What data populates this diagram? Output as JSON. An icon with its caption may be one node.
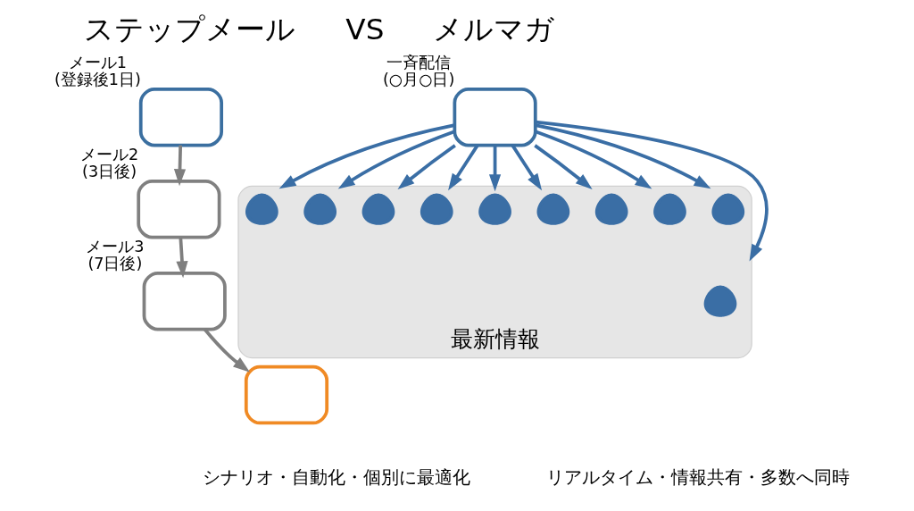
{
  "diagram": {
    "nodes": [
      {
        "text": [],
        "shape": "box",
        "beside": [
          "メール1",
          "(登録後1日)"
        ]
      },
      {
        "text": [],
        "shape": "box",
        "beside": [
          "メール2",
          "(3日後)"
        ]
      },
      {
        "text": [],
        "shape": "box",
        "beside": [
          "メール3",
          "(7日後)"
        ]
      },
      {
        "text": [],
        "shape": "box"
      },
      {
        "text": [],
        "shape": "box",
        "beside": [
          "一斉配信",
          "(○月○日)"
        ]
      },
      {
        "text": [
          "最新情報"
        ]
      },
      {
        "text": [],
        "shape": "person",
        "in": 5
      },
      {
        "text": [],
        "shape": "person",
        "in": 5
      },
      {
        "text": [],
        "shape": "person",
        "in": 5
      },
      {
        "text": [],
        "shape": "person",
        "in": 5
      },
      {
        "text": [],
        "shape": "person",
        "in": 5
      },
      {
        "text": [],
        "shape": "person",
        "in": 5
      },
      {
        "text": [],
        "shape": "person",
        "in": 5
      },
      {
        "text": [],
        "shape": "person",
        "in": 5
      },
      {
        "text": [],
        "shape": "person",
        "in": 5
      },
      {
        "text": [],
        "shape": "person",
        "in": 5
      }
    ],
    "edges": [
      {
        "from": 0,
        "to": 1,
        "arrow": "to",
        "color": "#7f7f7f"
      },
      {
        "from": 1,
        "to": 2,
        "arrow": "to",
        "color": "#7f7f7f"
      },
      {
        "from": 2,
        "to": 3,
        "arrow": "to",
        "color": "#7f7f7f"
      },
      {
        "from": 4,
        "to": 5,
        "arrow": "to"
      },
      {
        "from": 4,
        "to": 5,
        "arrow": "to"
      },
      {
        "from": 4,
        "to": 5,
        "arrow": "to"
      },
      {
        "from": 4,
        "to": 5,
        "arrow": "to"
      },
      {
        "from": 4,
        "to": 5,
        "arrow": "to"
      },
      {
        "from": 4,
        "to": 5,
        "arrow": "to"
      },
      {
        "from": 4,
        "to": 5,
        "arrow": "to"
      },
      {
        "from": 4,
        "to": 5,
        "arrow": "to"
      },
      {
        "from": 4,
        "to": 5,
        "arrow": "to"
      },
      {
        "from": 4,
        "to": 5,
        "arrow": "to"
      }
    ],
    "labels": [
      "ステップメール",
      "VS",
      "メルマガ",
      "シナリオ・自動化・個別に最適化",
      "リアルタイム・情報共有・多数へ同時"
    ]
  }
}
